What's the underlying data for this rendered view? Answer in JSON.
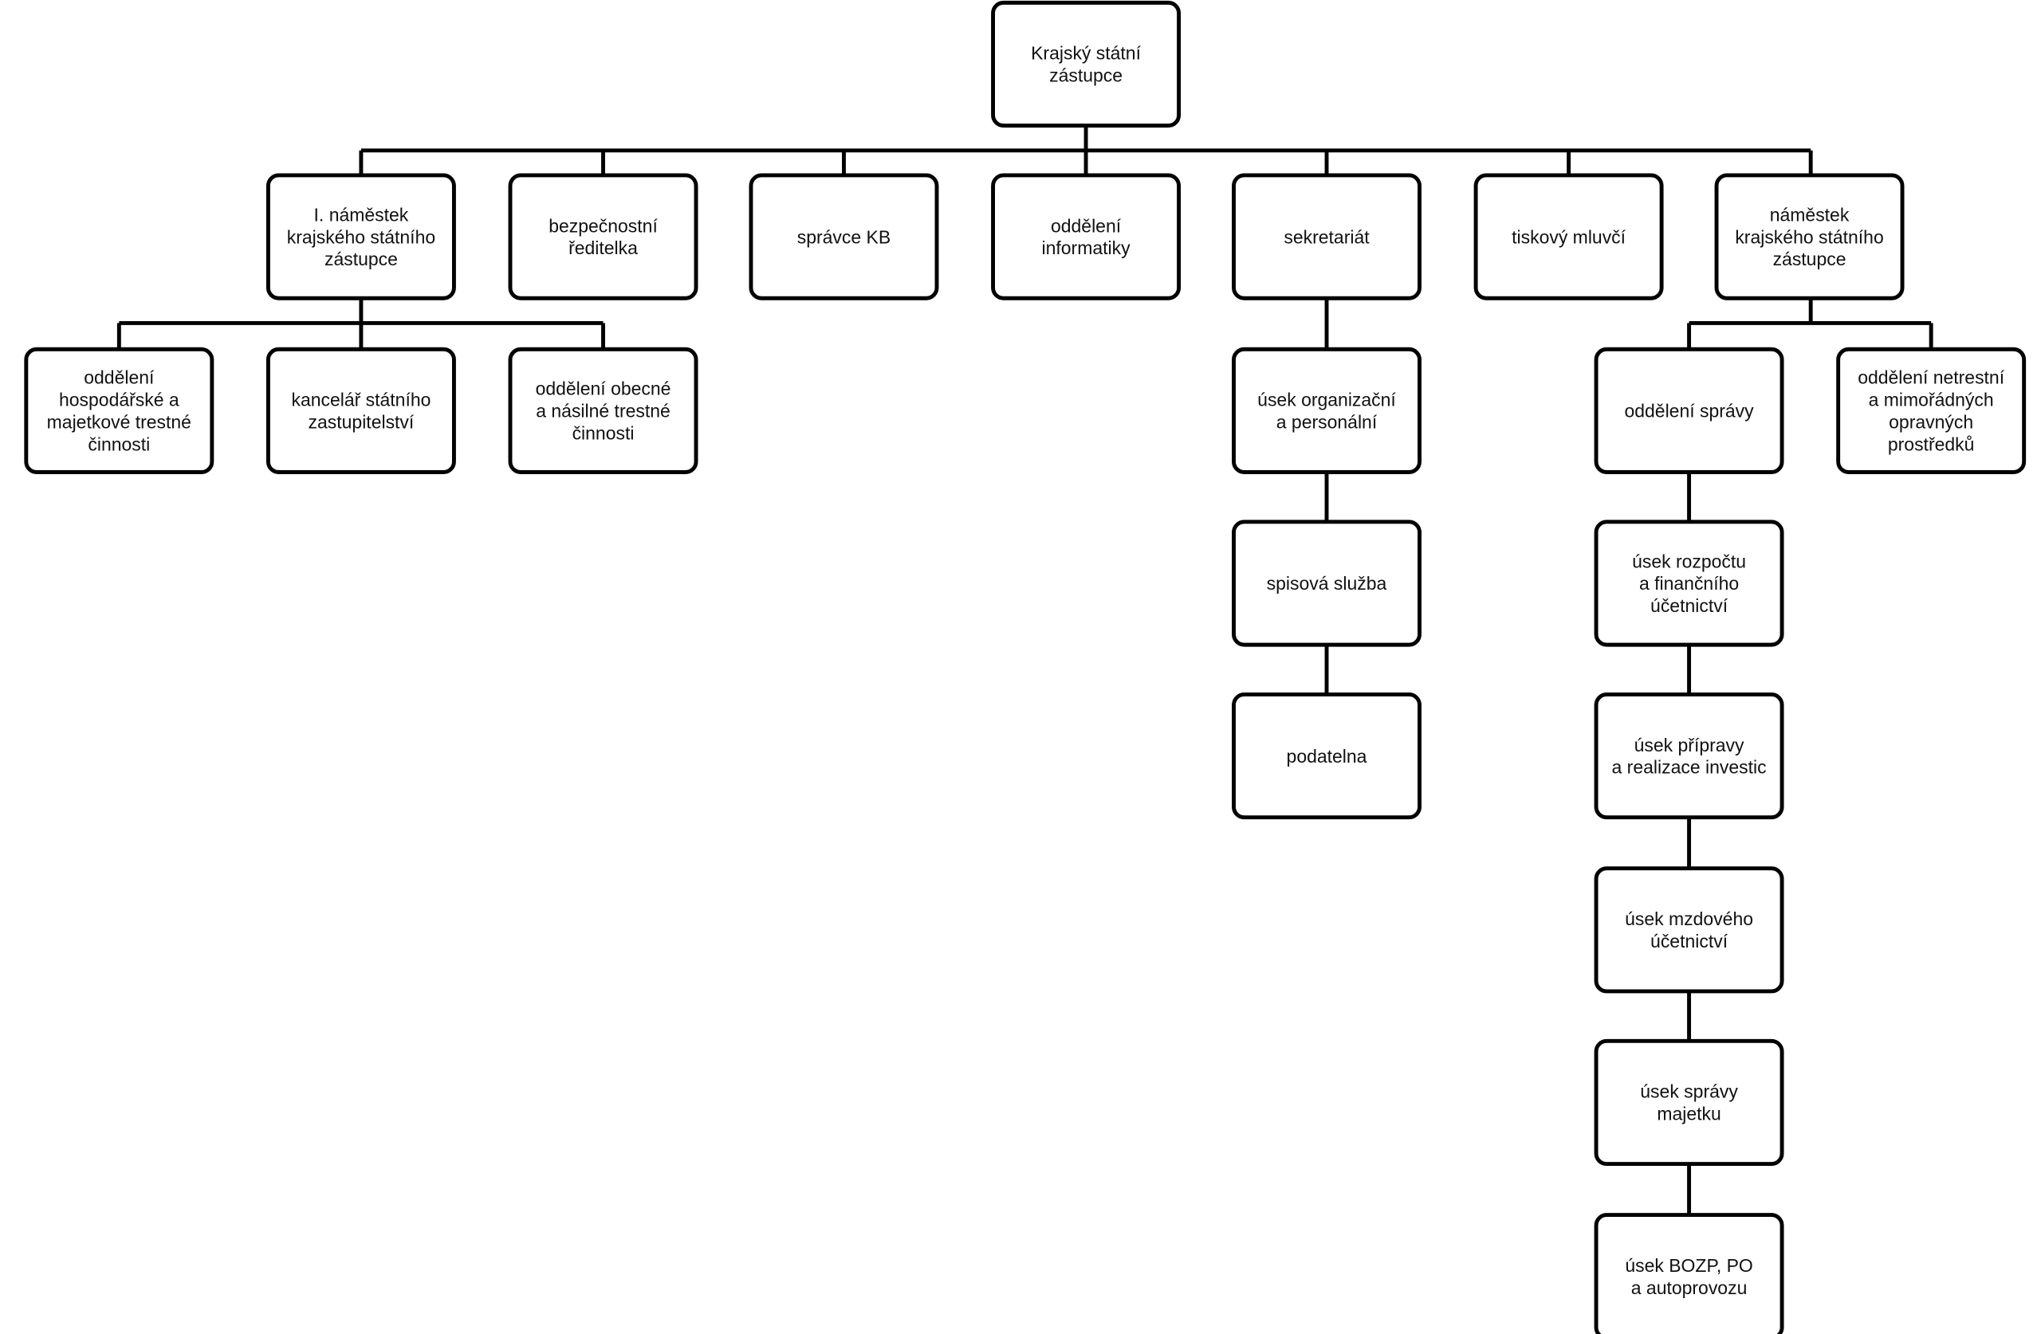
{
  "colors": {
    "stroke": "#000000",
    "background": "#ffffff",
    "text": "#111111"
  },
  "nodes": [
    {
      "id": "root",
      "lines": [
        "Krajský státní",
        "zástupce"
      ]
    },
    {
      "id": "first-deputy",
      "lines": [
        "I. náměstek",
        "krajského státního",
        "zástupce"
      ]
    },
    {
      "id": "security-director",
      "lines": [
        "bezpečnostní",
        "ředitelka"
      ]
    },
    {
      "id": "kb-admin",
      "lines": [
        "správce KB"
      ]
    },
    {
      "id": "it-department",
      "lines": [
        "oddělení",
        "informatiky"
      ]
    },
    {
      "id": "secretariat",
      "lines": [
        "sekretariát"
      ]
    },
    {
      "id": "press-spokesperson",
      "lines": [
        "tiskový mluvčí"
      ]
    },
    {
      "id": "deputy",
      "lines": [
        "náměstek",
        "krajského státního",
        "zástupce"
      ]
    },
    {
      "id": "economic-crime-dept",
      "lines": [
        "oddělení",
        "hospodářské a",
        "majetkové trestné",
        "činnosti"
      ]
    },
    {
      "id": "office",
      "lines": [
        "kancelář státního",
        "zastupitelství"
      ]
    },
    {
      "id": "general-crime-dept",
      "lines": [
        "oddělení obecné",
        "a násilné trestné",
        "činnosti"
      ]
    },
    {
      "id": "org-personnel",
      "lines": [
        "úsek organizační",
        "a personální"
      ]
    },
    {
      "id": "filing-service",
      "lines": [
        "spisová služba"
      ]
    },
    {
      "id": "registry",
      "lines": [
        "podatelna"
      ]
    },
    {
      "id": "administration-dept",
      "lines": [
        "oddělení správy"
      ]
    },
    {
      "id": "non-criminal-dept",
      "lines": [
        "oddělení netrestní",
        "a mimořádných",
        "opravných",
        "prostředků"
      ]
    },
    {
      "id": "budget-accounting",
      "lines": [
        "úsek rozpočtu",
        "a finančního",
        "účetnictví"
      ]
    },
    {
      "id": "investments",
      "lines": [
        "úsek přípravy",
        "a realizace investic"
      ]
    },
    {
      "id": "payroll",
      "lines": [
        "úsek mzdového",
        "účetnictví"
      ]
    },
    {
      "id": "property-admin",
      "lines": [
        "úsek správy",
        "majetku"
      ]
    },
    {
      "id": "safety-fleet",
      "lines": [
        "úsek BOZP, PO",
        "a autoprovozu"
      ]
    }
  ]
}
